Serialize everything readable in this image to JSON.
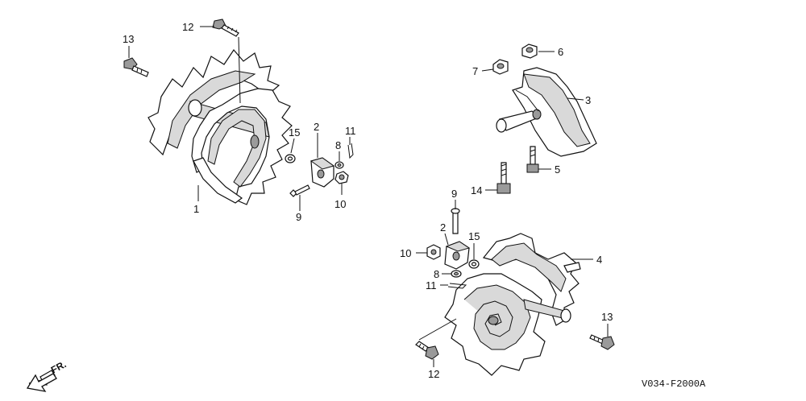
{
  "diagram": {
    "code": "V034-F2000A",
    "direction_label": "FR.",
    "callouts": {
      "c1": "1",
      "c2a": "2",
      "c2b": "2",
      "c3": "3",
      "c4": "4",
      "c5": "5",
      "c6": "6",
      "c7": "7",
      "c8a": "8",
      "c8b": "8",
      "c9a": "9",
      "c9b": "9",
      "c10a": "10",
      "c10b": "10",
      "c11a": "11",
      "c11b": "11",
      "c12a": "12",
      "c12b": "12",
      "c13a": "13",
      "c13b": "13",
      "c14": "14",
      "c15a": "15",
      "c15b": "15"
    }
  }
}
